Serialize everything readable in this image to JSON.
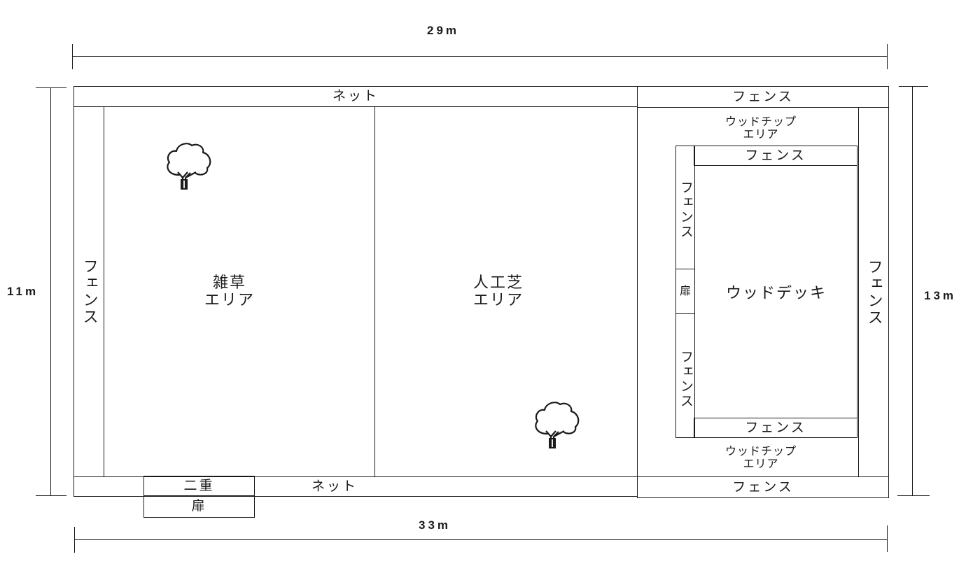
{
  "dimensions": {
    "top": "29m",
    "bottom": "33m",
    "left": "11m",
    "right": "13m"
  },
  "zones": {
    "top_net": "ネット",
    "bottom_net": "ネット",
    "left_fence": "フェンス",
    "weed_area": "雑草\nエリア",
    "turf_area": "人工芝\nエリア",
    "top_right_fence": "フェンス",
    "bottom_right_fence": "フェンス",
    "right_fence": "フェンス",
    "woodchip_top": "ウッドチップ\nエリア",
    "woodchip_bottom": "ウッドチップ\nエリア",
    "wood_deck": "ウッドデッキ",
    "deck_top_fence": "フェンス",
    "deck_bottom_fence": "フェンス",
    "deck_left_fence_upper": "フェンス",
    "deck_left_fence_lower": "フェンス",
    "deck_door": "扉",
    "double_door_top": "二重",
    "double_door_bottom": "扉"
  },
  "icons": {
    "tree_1": "tree-icon",
    "tree_2": "tree-icon"
  },
  "colors": {
    "line": "#1a1a1a",
    "background": "#ffffff"
  }
}
